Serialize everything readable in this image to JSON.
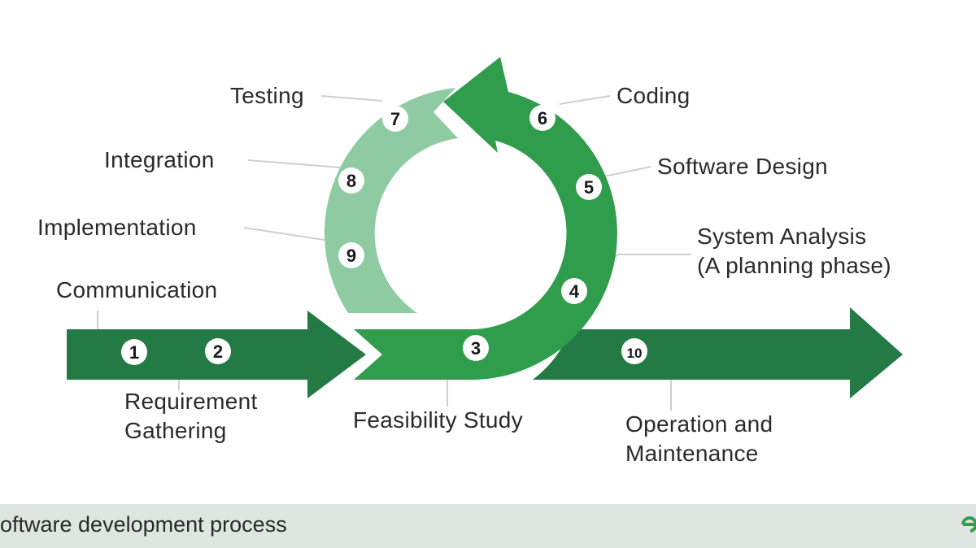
{
  "colors": {
    "dark": "#237a45",
    "medium": "#2f9d4b",
    "light": "#8fcba2",
    "footer_bg": "#dfe6e1"
  },
  "steps": [
    {
      "num": "1",
      "label": "Communication"
    },
    {
      "num": "2",
      "label": "Requirement Gathering",
      "lines": [
        "Requirement",
        "Gathering"
      ]
    },
    {
      "num": "3",
      "label": "Feasibility Study"
    },
    {
      "num": "4",
      "label": "System Analysis (A planning phase)",
      "lines": [
        "System Analysis",
        "(A planning phase)"
      ]
    },
    {
      "num": "5",
      "label": "Software Design"
    },
    {
      "num": "6",
      "label": "Coding"
    },
    {
      "num": "7",
      "label": "Testing"
    },
    {
      "num": "8",
      "label": "Integration"
    },
    {
      "num": "9",
      "label": "Implementation"
    },
    {
      "num": "10",
      "label": "Operation and Maintenance",
      "lines": [
        "Operation and",
        "Maintenance"
      ]
    }
  ],
  "footer": {
    "caption": "oftware development process",
    "logo_icon": "brand-logo-icon"
  }
}
